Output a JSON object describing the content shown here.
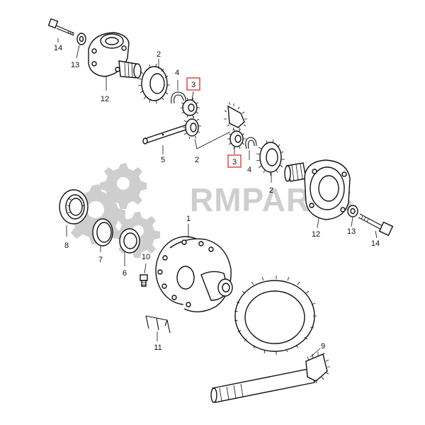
{
  "watermark": {
    "text": "RMPARTS",
    "color": "#c9c9c9"
  },
  "highlight_color": "#d32f2f",
  "callouts": {
    "p14_left": "14",
    "p13_left": "13",
    "p12_left": "12",
    "p2_top": "2",
    "p4_top": "4",
    "p3_top": "3",
    "p5": "5",
    "p2_mid": "2",
    "p3_mid": "3",
    "p4_mid": "4",
    "p2_right": "2",
    "p1": "1",
    "p8": "8",
    "p7": "7",
    "p6": "6",
    "p10": "10",
    "p11": "11",
    "p9": "9",
    "p12_right": "12",
    "p13_right": "13",
    "p14_right": "14"
  },
  "icons": [
    "gear-watermark-icon"
  ]
}
